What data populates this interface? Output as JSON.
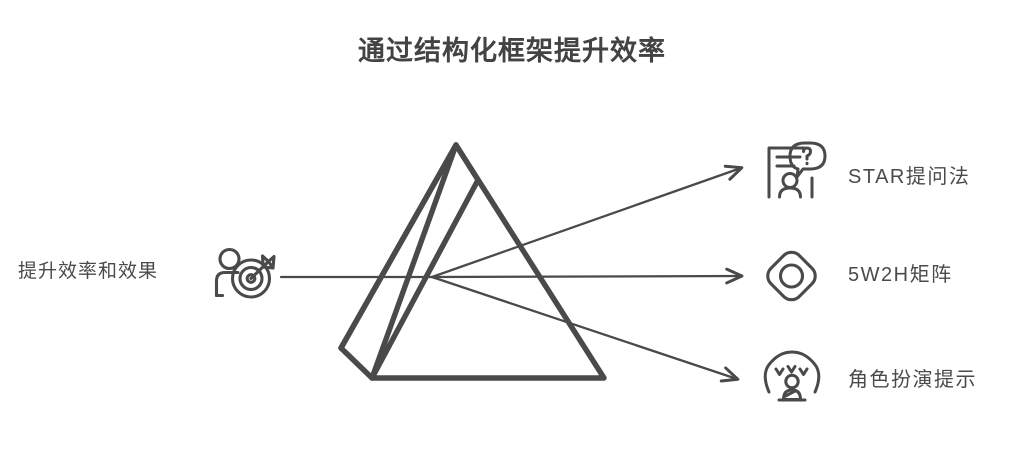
{
  "page": {
    "title": "通过结构化框架提升效率",
    "background_color": "#ffffff",
    "stroke_color": "#4a4a4a",
    "text_color": "#434343"
  },
  "source": {
    "label": "提升效率和效果",
    "icon": "person-target-icon"
  },
  "center": {
    "shape": "prism-icon",
    "description": "triangular prism"
  },
  "branches": [
    {
      "label": "STAR提问法",
      "icon": "person-question-board-icon",
      "arrow": "arrow-to-star-method"
    },
    {
      "label": "5W2H矩阵",
      "icon": "diamond-circle-icon",
      "arrow": "arrow-to-5w2h-matrix"
    },
    {
      "label": "角色扮演提示",
      "icon": "person-arc-icon",
      "arrow": "arrow-to-role-play"
    }
  ]
}
